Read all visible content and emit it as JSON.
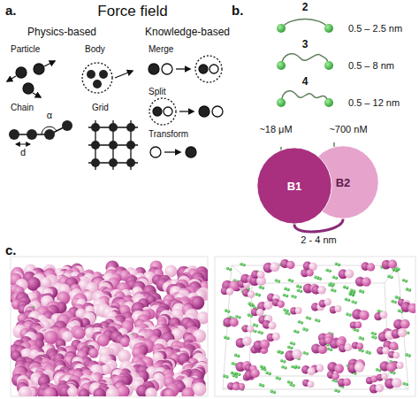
{
  "diagram": {
    "nodes": [
      {
        "text": [
          "B1"
        ]
      },
      {
        "text": [
          "B2"
        ]
      }
    ],
    "edges": [
      {
        "from": 0,
        "to": 1,
        "arrow": "none",
        "label": "2 - 4 nm"
      }
    ],
    "labels": [
      "a.",
      "Force field",
      "Physics-based",
      "Knowledge-based",
      "Particle",
      "Body",
      "Chain",
      "Grid",
      "α",
      "d",
      "Merge",
      "Split",
      "Transform",
      "b.",
      "2",
      "0.5 – 2.5 nm",
      "3",
      "0.5 – 8 nm",
      "4",
      "0.5 – 12 nm",
      "~18 μM",
      "~700 nM",
      "c."
    ]
  }
}
